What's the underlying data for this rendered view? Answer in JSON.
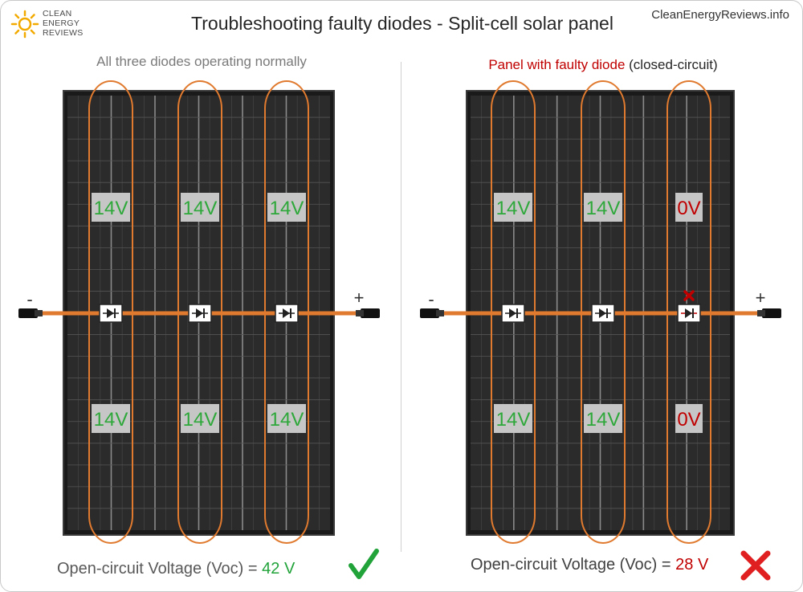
{
  "header": {
    "title": "Troubleshooting faulty diodes - Split-cell solar panel",
    "site": "CleanEnergyReviews.info",
    "logo": {
      "line1": "CLEAN",
      "line2": "ENERGY",
      "line3": "REVIEWS",
      "icon": "sun-icon"
    }
  },
  "colors": {
    "string_loop": "#e07a2f",
    "wire": "#e07a2f",
    "ok_voltage": "#2ea83a",
    "bad_voltage": "#c00000",
    "panel": "#2b2b2b",
    "label_box": "#c6c6c6"
  },
  "panels": [
    {
      "caption": "All three diodes operating normally",
      "strings": [
        {
          "top_voltage": "14V",
          "bottom_voltage": "14V",
          "status": "ok"
        },
        {
          "top_voltage": "14V",
          "bottom_voltage": "14V",
          "status": "ok"
        },
        {
          "top_voltage": "14V",
          "bottom_voltage": "14V",
          "status": "ok"
        }
      ],
      "minus_label": "-",
      "plus_label": "+",
      "voc_prefix": "Open-circuit Voltage (Voc) = ",
      "voc_value": "42 V",
      "result_icon": "check-icon"
    },
    {
      "caption_highlight": "Panel with faulty diode",
      "caption_rest": " (closed-circuit)",
      "strings": [
        {
          "top_voltage": "14V",
          "bottom_voltage": "14V",
          "status": "ok"
        },
        {
          "top_voltage": "14V",
          "bottom_voltage": "14V",
          "status": "ok"
        },
        {
          "top_voltage": "0V",
          "bottom_voltage": "0V",
          "status": "faulty"
        }
      ],
      "minus_label": "-",
      "plus_label": "+",
      "voc_prefix": "Open-circuit Voltage (Voc) = ",
      "voc_value": "28 V",
      "result_icon": "cross-icon"
    }
  ]
}
